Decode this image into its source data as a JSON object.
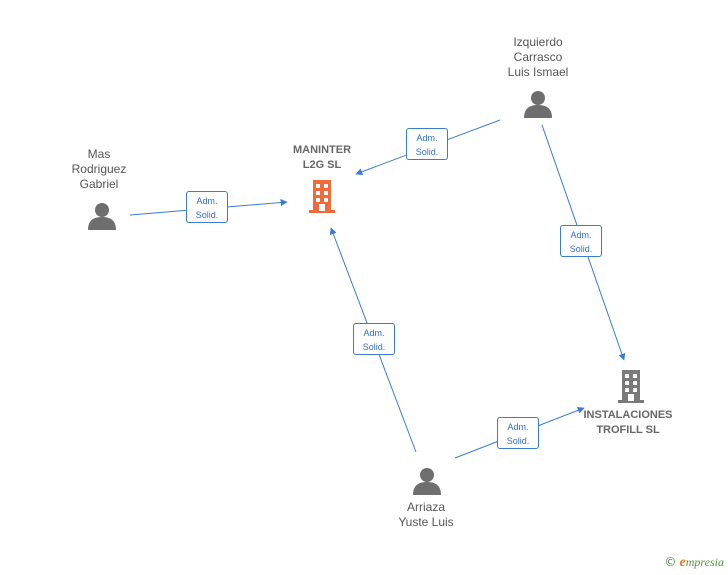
{
  "nodes": {
    "maninter": {
      "label_line1": "MANINTER",
      "label_line2": "L2G  SL",
      "type": "company",
      "color": "#f26a3a"
    },
    "instalaciones": {
      "label_line1": "INSTALACIONES",
      "label_line2": "TROFILL  SL",
      "type": "company",
      "color": "#7a7a7a"
    },
    "izquierdo": {
      "label_line1": "Izquierdo",
      "label_line2": "Carrasco",
      "label_line3": "Luis Ismael",
      "type": "person"
    },
    "mas": {
      "label_line1": "Mas",
      "label_line2": "Rodriguez",
      "label_line3": "Gabriel",
      "type": "person"
    },
    "arriaza": {
      "label_line1": "Arriaza",
      "label_line2": "Yuste Luis",
      "type": "person"
    }
  },
  "edges": [
    {
      "from": "izquierdo",
      "to": "maninter",
      "line1": "Adm.",
      "line2": "Solid."
    },
    {
      "from": "mas",
      "to": "maninter",
      "line1": "Adm.",
      "line2": "Solid."
    },
    {
      "from": "izquierdo",
      "to": "instalaciones",
      "line1": "Adm.",
      "line2": "Solid."
    },
    {
      "from": "arriaza",
      "to": "maninter",
      "line1": "Adm.",
      "line2": "Solid."
    },
    {
      "from": "arriaza",
      "to": "instalaciones",
      "line1": "Adm.",
      "line2": "Solid."
    }
  ],
  "colors": {
    "edge": "#3a7bd5",
    "person": "#6e6e6e"
  },
  "brand": {
    "copyright": "©",
    "e": "e",
    "rest": "mpresia"
  }
}
